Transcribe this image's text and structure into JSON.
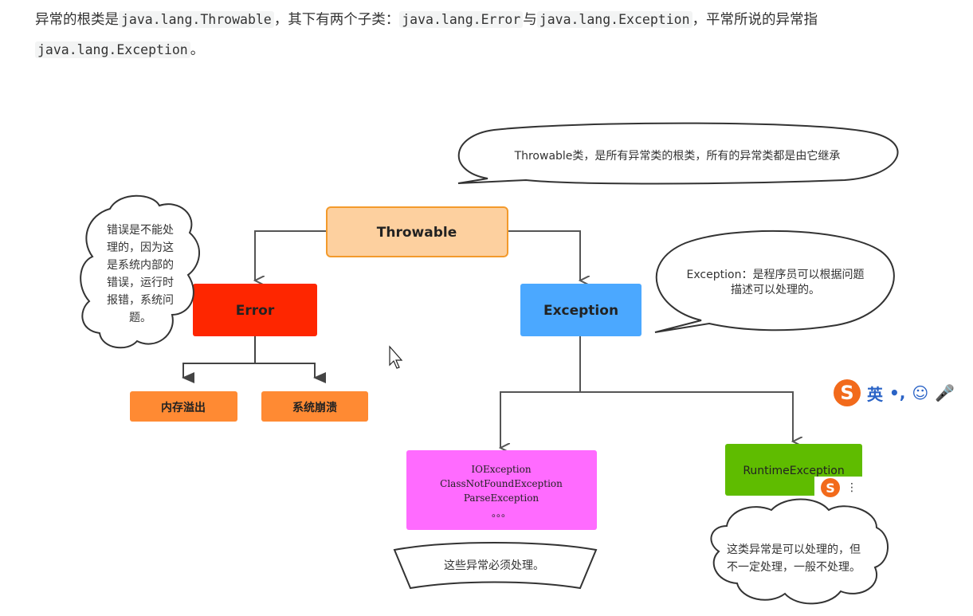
{
  "intro": {
    "p1": "异常的根类是",
    "c1": "java.lang.Throwable",
    "p2": "，其下有两个子类：",
    "c2": "java.lang.Error",
    "p3": "与",
    "c3": "java.lang.Exception",
    "p4": "，平常所说的异常指",
    "c4": "java.lang.Exception",
    "p5": "。"
  },
  "diagram": {
    "throwable": "Throwable",
    "error": "Error",
    "exception": "Exception",
    "oom": "内存溢出",
    "crash": "系统崩溃",
    "checked_lines": [
      "IOException",
      "ClassNotFoundException",
      "ParseException",
      "。。。"
    ],
    "runtime": "RuntimeException",
    "callout_throwable": "Throwable类，是所有异常类的根类，所有的异常类都是由它继承",
    "callout_error_lines": [
      "错误是不能处",
      "理的，因为这",
      "是系统内部的",
      "错误，运行时",
      "报错，系统问",
      "题。"
    ],
    "callout_exception_lines": [
      "Exception：是程序员可以根据问题",
      "描述可以处理的。"
    ],
    "callout_checked": "这些异常必须处理。",
    "callout_runtime_lines": [
      "这类异常是可以处理的，但",
      "不一定处理，一般不处理。"
    ],
    "colors": {
      "throwable_fill": "#fdd09f",
      "throwable_border": "#f39a2b",
      "error_fill": "#fe2600",
      "exception_fill": "#4ba8ff",
      "leaf_fill": "#ff8a33",
      "checked_fill": "#ff6bff",
      "runtime_fill": "#5fbc00"
    }
  },
  "ime": {
    "lang": "英",
    "logo": "S"
  }
}
